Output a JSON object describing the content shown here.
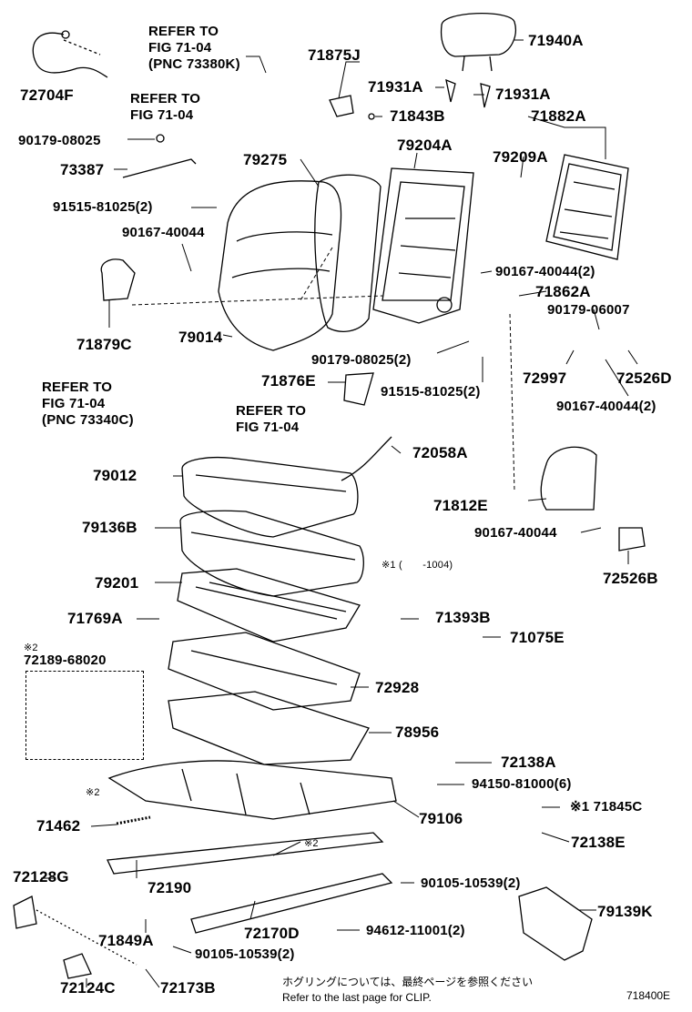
{
  "labels": {
    "p72704F": "72704F",
    "refer1_line1": "REFER TO",
    "refer1_line2": "FIG 71-04",
    "refer1_line3": "(PNC 73380K)",
    "refer2_line1": "REFER TO",
    "refer2_line2": "FIG 71-04",
    "p71875J": "71875J",
    "p71940A": "71940A",
    "p71931A_1": "71931A",
    "p71931A_2": "71931A",
    "p71843B": "71843B",
    "p71882A": "71882A",
    "p90179_08025": "90179-08025",
    "p79275": "79275",
    "p79204A": "79204A",
    "p79209A": "79209A",
    "p73387": "73387",
    "p91515_81025_a": "91515-81025(2)",
    "p90167_40044_a": "90167-40044",
    "p90167_40044_b": "90167-40044(2)",
    "p71862A": "71862A",
    "p90179_06007": "90179-06007",
    "p71879C": "71879C",
    "p79014": "79014",
    "p90179_08025_2": "90179-08025(2)",
    "p72997": "72997",
    "p72526D": "72526D",
    "p71876E": "71876E",
    "p91515_81025_b": "91515-81025(2)",
    "p90167_40044_c": "90167-40044(2)",
    "refer3_line1": "REFER TO",
    "refer3_line2": "FIG 71-04",
    "refer3_line3": "(PNC 73340C)",
    "refer4_line1": "REFER TO",
    "refer4_line2": "FIG 71-04",
    "p72058A": "72058A",
    "p79012": "79012",
    "p71812E": "71812E",
    "p79136B": "79136B",
    "p90167_40044_d": "90167-40044",
    "p72526B": "72526B",
    "note1": "※1 (　　-1004)",
    "p79201": "79201",
    "p71393B": "71393B",
    "p71769A": "71769A",
    "p71075E": "71075E",
    "star2": "※2",
    "p72189_68020": "72189-68020",
    "p72928": "72928",
    "p78956": "78956",
    "p72138A": "72138A",
    "p94150_81000": "94150-81000(6)",
    "star2_b": "※2",
    "p71845C": "※1 71845C",
    "p71462": "71462",
    "p79106": "79106",
    "p72138E": "72138E",
    "star2_c": "※2",
    "p72128G": "72128G",
    "p72190": "72190",
    "p90105_10539_a": "90105-10539(2)",
    "p79139K": "79139K",
    "p71849A": "71849A",
    "p72170D": "72170D",
    "p94612_11001": "94612-11001(2)",
    "p90105_10539_b": "90105-10539(2)",
    "p72124C": "72124C",
    "p72173B": "72173B",
    "footer_jp": "ホグリングについては、最終ページを参照ください",
    "footer_en": "Refer to the last page for CLIP.",
    "fig_code": "718400E"
  }
}
